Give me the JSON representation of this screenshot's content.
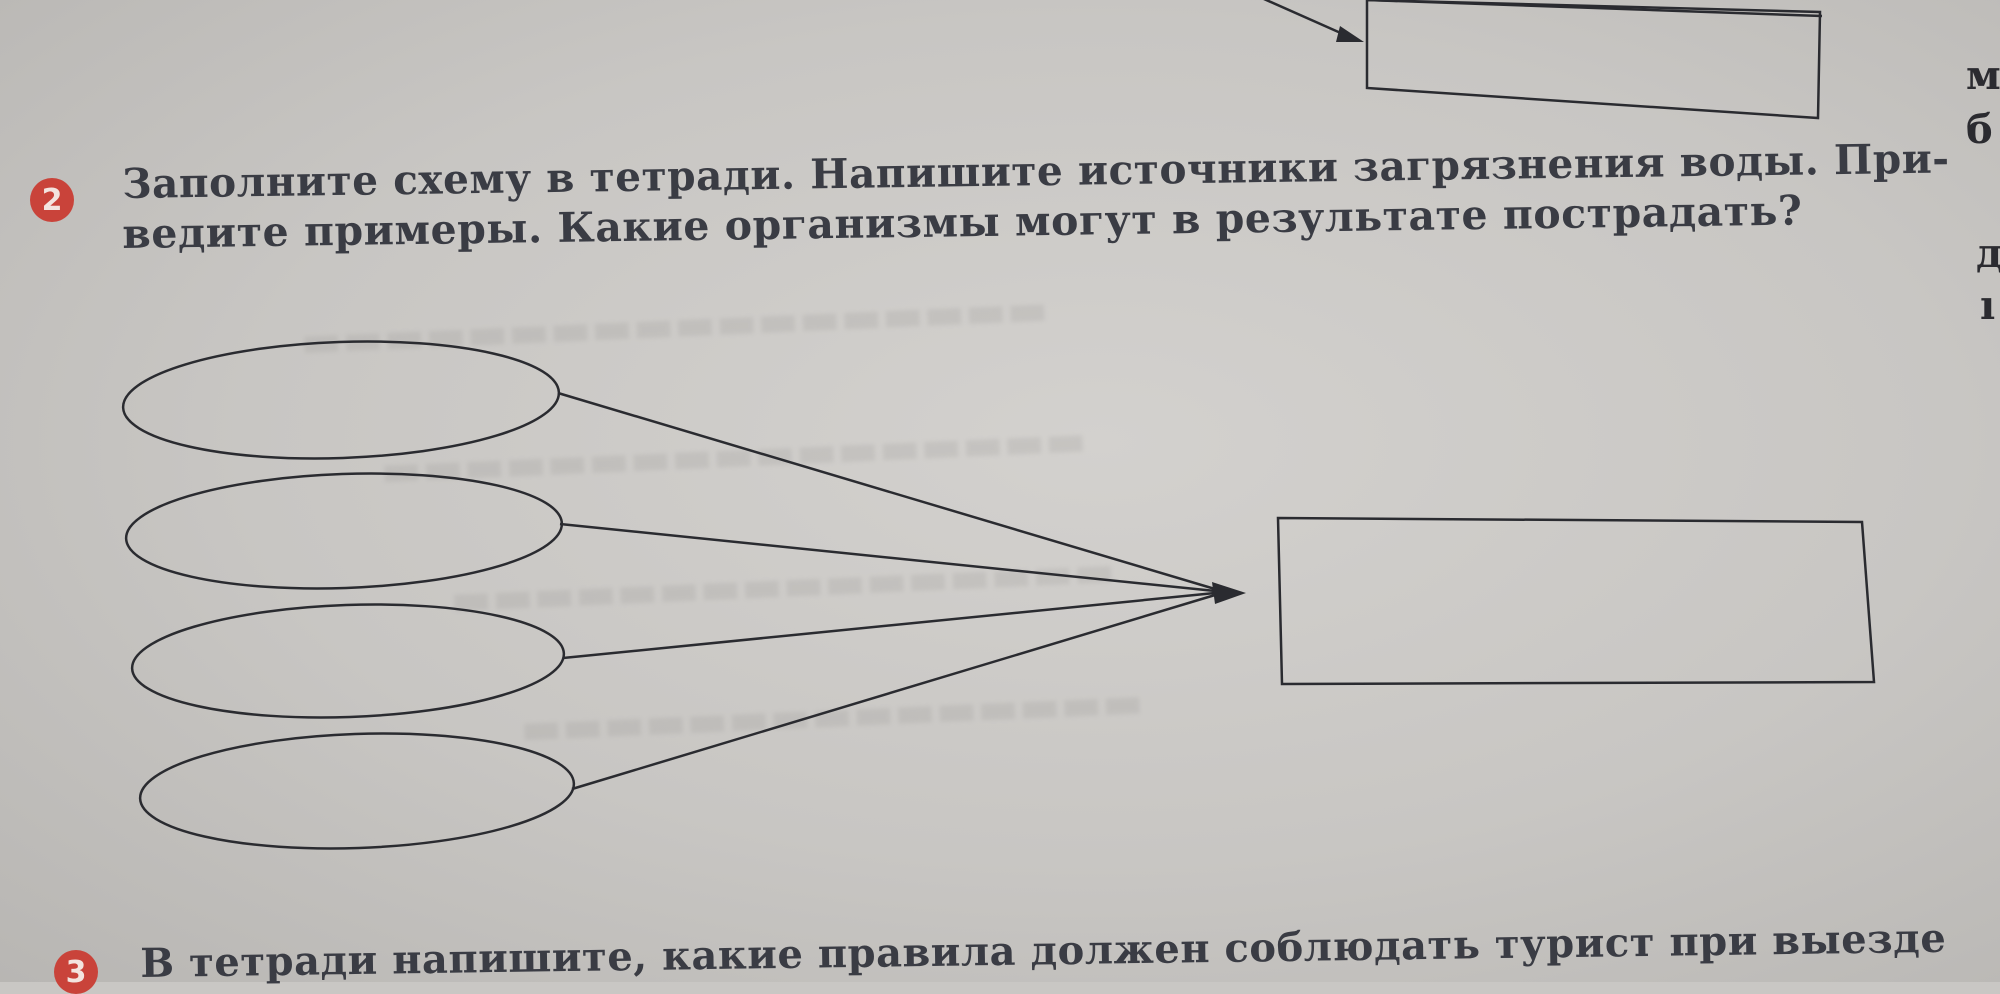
{
  "task2": {
    "number": "2",
    "line1": "Заполните схему в тетради. Напишите источники загрязнения воды. При-",
    "line2": "ведите примеры. Какие организмы могут в результате пострадать?"
  },
  "task3": {
    "number": "3",
    "line1": "В тетради напишите, какие правила должен соблюдать турист при выезде"
  },
  "margin": {
    "letters": [
      "м",
      "б",
      "д",
      "ı"
    ]
  },
  "diagram": {
    "source_count": 4,
    "target_count": 1
  }
}
